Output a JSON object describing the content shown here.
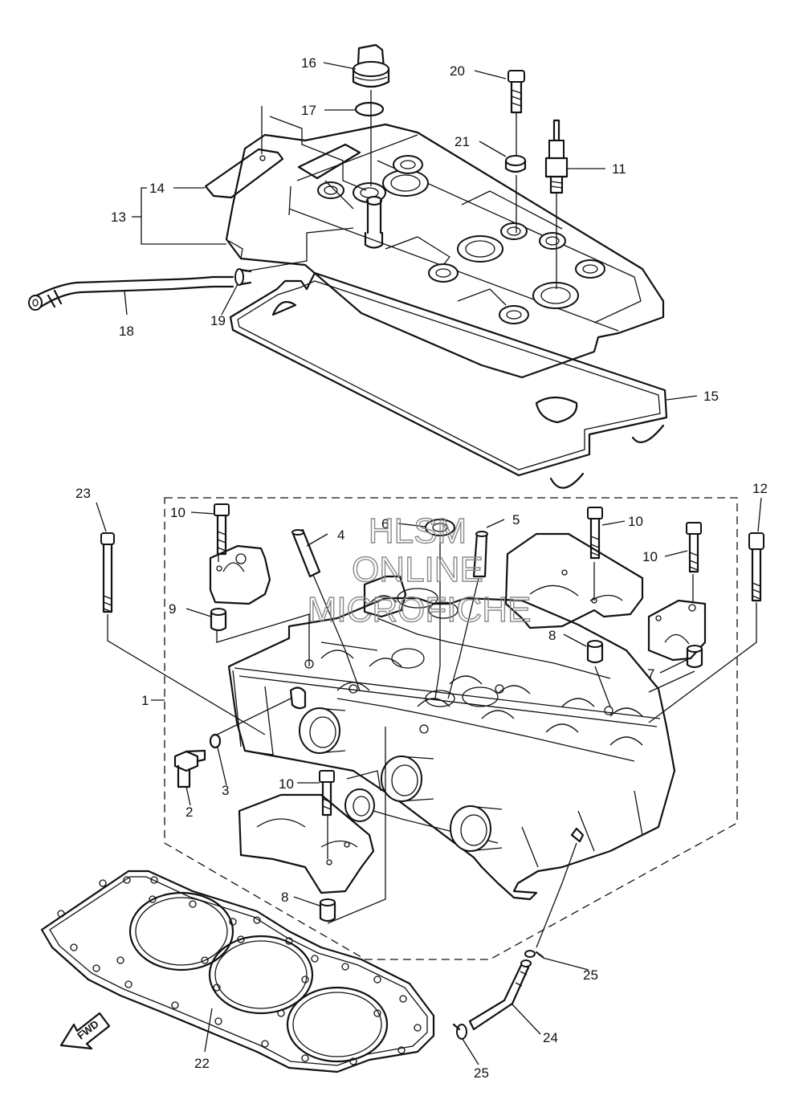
{
  "diagram": {
    "watermark": [
      "HLSM",
      "ONLINE",
      "MICROFICHE"
    ],
    "direction_label": "FWD",
    "callouts": {
      "c1": "1",
      "c2": "2",
      "c3": "3",
      "c4": "4",
      "c5": "5",
      "c6": "6",
      "c7": "7",
      "c8a": "8",
      "c8b": "8",
      "c9": "9",
      "c10a": "10",
      "c10b": "10",
      "c10c": "10",
      "c10d": "10",
      "c11": "11",
      "c12": "12",
      "c13": "13",
      "c14": "14",
      "c15": "15",
      "c16": "16",
      "c17": "17",
      "c18": "18",
      "c19": "19",
      "c20": "20",
      "c21": "21",
      "c22": "22",
      "c23": "23",
      "c24": "24",
      "c25a": "25",
      "c25b": "25"
    }
  }
}
